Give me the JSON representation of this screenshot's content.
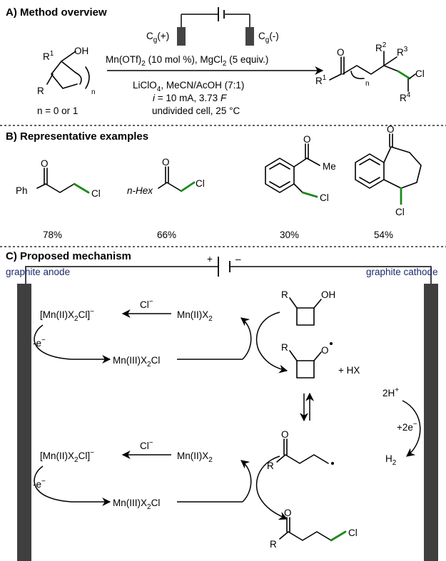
{
  "sections": {
    "a": {
      "heading": "A) Method overview",
      "electrode_pos": "C",
      "electrode_pos_sub": "g",
      "electrode_pos_sign": "(+)",
      "electrode_neg": "C",
      "electrode_neg_sub": "g",
      "electrode_neg_sign": "(-)",
      "cond_line1": "Mn(OTf)",
      "cond_line1_sub": "2",
      "cond_line1_rest": " (10 mol %), MgCl",
      "cond_line1_sub2": "2",
      "cond_line1_end": " (5 equiv.)",
      "cond_line2": "LiClO",
      "cond_line2_sub": "4",
      "cond_line2_rest": ", MeCN/AcOH (7:1)",
      "cond_line3_i": "i",
      "cond_line3_rest": " = 10 mA, 3.73 ",
      "cond_line3_f": "F",
      "cond_line4": "undivided cell, 25 °C",
      "reactant_r1": "R",
      "reactant_r1_sup": "1",
      "reactant_oh": "OH",
      "reactant_r": "R",
      "reactant_n": "n",
      "reactant_note": "n = 0 or 1",
      "product_o": "O",
      "product_r1": "R",
      "product_r1_sup": "1",
      "product_n": "n",
      "product_r2": "R",
      "product_r2_sup": "2",
      "product_r3": "R",
      "product_r3_sup": "3",
      "product_r4": "R",
      "product_r4_sup": "4",
      "product_cl": "Cl"
    },
    "b": {
      "heading": "B) Representative examples",
      "ex1_o": "O",
      "ex1_ph": "Ph",
      "ex1_cl": "Cl",
      "ex1_yield": "78%",
      "ex2_o": "O",
      "ex2_hex": "n-Hex",
      "ex2_cl": "Cl",
      "ex2_yield": "66%",
      "ex3_o": "O",
      "ex3_me": "Me",
      "ex3_cl": "Cl",
      "ex3_yield": "30%",
      "ex4_o": "O",
      "ex4_cl": "Cl",
      "ex4_yield": "54%"
    },
    "c": {
      "heading": "C) Proposed mechanism",
      "anode": "graphite anode",
      "cathode": "graphite cathode",
      "plus": "+",
      "minus": "–",
      "mn_complex": "[Mn(II)X",
      "mn_complex_sub": "2",
      "mn_complex_end": "Cl]",
      "mn_complex_sup": "−",
      "chloride": "Cl",
      "chloride_sup": "−",
      "mn2": "Mn(II)X",
      "mn2_sub": "2",
      "mn3": "Mn(III)X",
      "mn3_sub": "2",
      "mn3_end": "Cl",
      "minus_e": "-e",
      "minus_e_sup": "−",
      "alcohol_r": "R",
      "alcohol_oh": "OH",
      "alkoxy_r": "R",
      "alkoxy_o": "O",
      "plus_hx": "+  HX",
      "protons": "2H",
      "protons_sup": "+",
      "plus_2e": "+2e",
      "plus_2e_sup": "−",
      "h2": "H",
      "h2_sub": "2",
      "radical_r": "R",
      "radical_o": "O",
      "product_r": "R",
      "product_o": "O",
      "product_cl": "Cl"
    }
  }
}
